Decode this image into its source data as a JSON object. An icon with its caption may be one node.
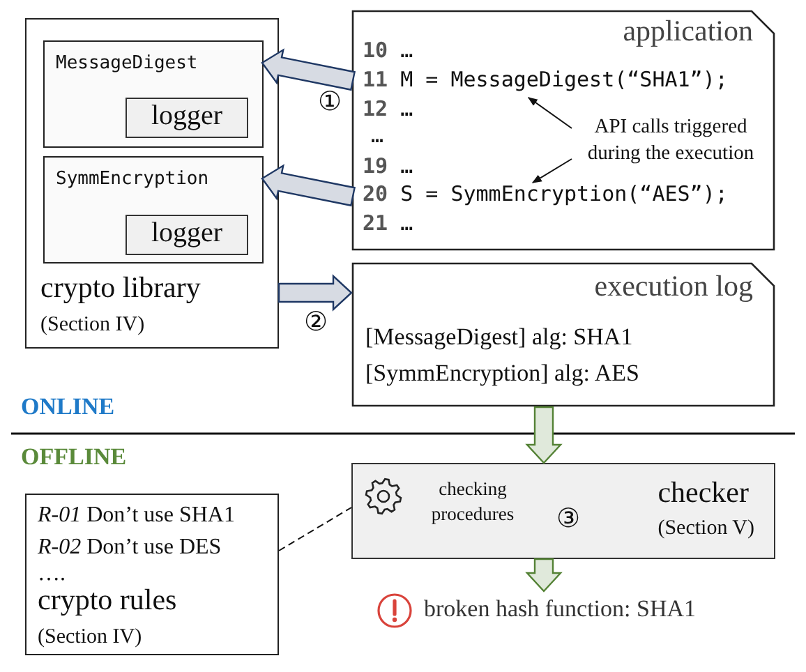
{
  "diagram": {
    "nodes": [
      {
        "text": [
          "crypto library",
          "(Section IV)"
        ]
      },
      {
        "text": [
          "MessageDigest"
        ],
        "in": 0
      },
      {
        "text": [
          "logger"
        ],
        "in": 1
      },
      {
        "text": [
          "SymmEncryption"
        ],
        "in": 0
      },
      {
        "text": [
          "logger"
        ],
        "in": 3
      },
      {
        "text": [
          "application",
          "10 …",
          "12 …",
          "…",
          "19 …",
          "21 …"
        ]
      },
      {
        "text": [
          "11 M = MessageDigest(“SHA1”);"
        ],
        "in": 5
      },
      {
        "text": [
          "20 S = SymmEncryption(“AES”);"
        ],
        "in": 5
      },
      {
        "text": [
          "API calls triggered during the execution"
        ],
        "in": 5
      },
      {
        "text": [
          "execution log",
          "[MessageDigest] alg: SHA1",
          "[SymmEncryption] alg: AES"
        ]
      },
      {
        "text": [
          "*R-01* Don’t use SHA1",
          "*R-02* Don’t use DES",
          "….",
          "crypto rules",
          "(Section IV)"
        ]
      },
      {
        "text": [
          "checking procedures",
          "checker",
          "(Section V)"
        ]
      },
      {
        "text": [
          "broken hash function: SHA1"
        ]
      }
    ],
    "edges": [
      {
        "from": 6,
        "to": 1,
        "arrow": "to",
        "style": "thick",
        "color": "#1f3864"
      },
      {
        "from": 7,
        "to": 3,
        "arrow": "to",
        "style": "thick",
        "color": "#1f3864"
      },
      {
        "from": 0,
        "to": 9,
        "arrow": "to",
        "style": "thick",
        "color": "#1f3864"
      },
      {
        "from": 9,
        "to": 11,
        "arrow": "to",
        "style": "thick",
        "color": "#548235"
      },
      {
        "from": 11,
        "to": 12,
        "arrow": "to",
        "style": "thick",
        "color": "#548235"
      },
      {
        "from": 8,
        "to": 6,
        "arrow": "to"
      },
      {
        "from": 8,
        "to": 7,
        "arrow": "to"
      },
      {
        "from": 10,
        "to": 11,
        "arrow": "none",
        "style": "dashed"
      }
    ],
    "labels": [
      "①",
      "②",
      "ONLINE",
      "OFFLINE",
      "③"
    ]
  }
}
